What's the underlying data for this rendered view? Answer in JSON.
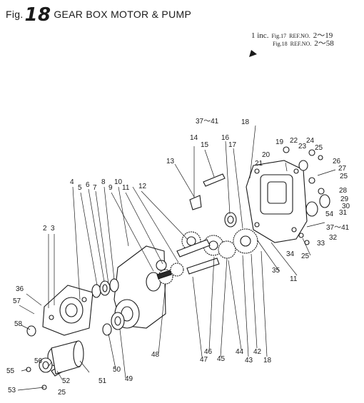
{
  "header": {
    "fig_prefix": "Fig.",
    "fig_number": "18",
    "title": "GEAR BOX MOTOR & PUMP"
  },
  "references": [
    {
      "qty": "1 inc.",
      "fig": "Fig.17",
      "ref": "REF.NO.",
      "range": "2～19"
    },
    {
      "qty": "",
      "fig": "Fig.18",
      "ref": "REF.NO.",
      "range": "2～58"
    }
  ],
  "callouts": [
    "2",
    "3",
    "4",
    "5",
    "6",
    "7",
    "8",
    "9",
    "10",
    "11",
    "12",
    "13",
    "14",
    "15",
    "16",
    "17",
    "18",
    "19",
    "20",
    "21",
    "22",
    "23",
    "24",
    "25",
    "26",
    "27",
    "25",
    "28",
    "29",
    "30",
    "31",
    "54",
    "37～41",
    "32",
    "33",
    "25",
    "34",
    "35",
    "11",
    "36",
    "37～41",
    "57",
    "58",
    "56",
    "55",
    "52",
    "53",
    "25",
    "51",
    "50",
    "49",
    "48",
    "46",
    "47",
    "45",
    "44",
    "43",
    "42",
    "18"
  ]
}
